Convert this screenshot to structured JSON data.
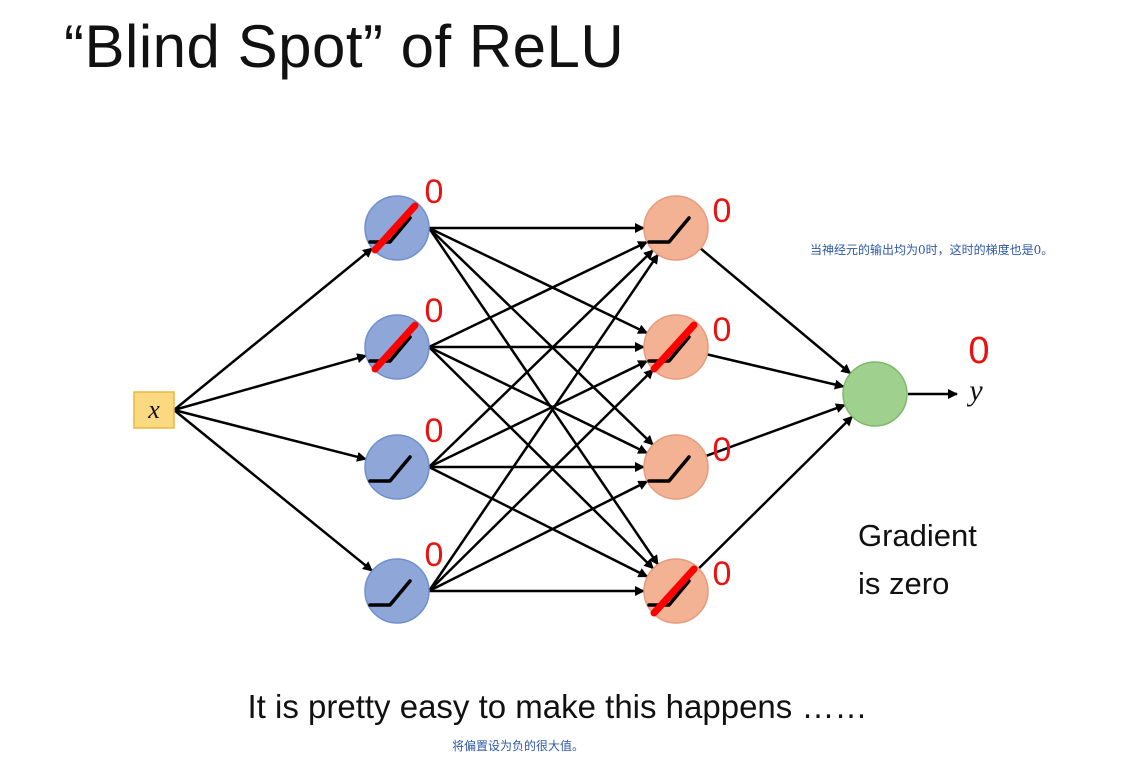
{
  "slide": {
    "title": "“Blind Spot” of ReLU",
    "caption": "It is pretty easy to make this happens ……",
    "note_top": "当神经元的输出均为0时，这时的梯度也是0。",
    "note_bottom": "将偏置设为负的很大值。",
    "gradient_text_line1": "Gradient",
    "gradient_text_line2": "is zero"
  },
  "diagram": {
    "input_label": "x",
    "output_label": "y",
    "output_value": "0",
    "layer1_values": [
      "0",
      "0",
      "0",
      "0"
    ],
    "layer2_values": [
      "0",
      "0",
      "0",
      "0"
    ],
    "layer1_crossed": [
      true,
      true,
      false,
      false
    ],
    "layer2_crossed": [
      false,
      true,
      false,
      true
    ],
    "colors": {
      "layer1_fill": "#8fa7d8",
      "layer1_stroke": "#6f8fcf",
      "layer2_fill": "#f4b295",
      "layer2_stroke": "#e79a7a",
      "output_fill": "#9fd08e",
      "output_stroke": "#7dba6a",
      "input_fill": "#fbd980",
      "input_stroke": "#e9b93f",
      "zero_color": "#e8130f",
      "cross_color": "#ff0000"
    }
  }
}
